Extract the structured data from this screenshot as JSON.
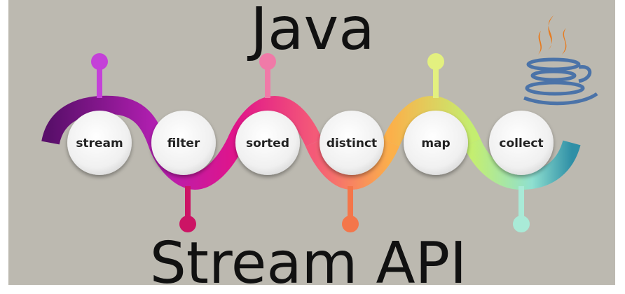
{
  "title_top": "Java",
  "title_bottom": "Stream API",
  "logo": {
    "icon": "java-coffee-cup-icon"
  },
  "colors": {
    "background": "#bcb9b0",
    "text": "#111111",
    "node_fill": "#efefef",
    "stream": "#9b1aa6",
    "filter": "#c2189a",
    "sorted": "#ee2c6c",
    "distinct": "#fa8a4c",
    "map": "#b6ea6e",
    "collect": "#3ea9b6"
  },
  "nodes": [
    {
      "label": "stream",
      "color": "#c441d8"
    },
    {
      "label": "filter",
      "color": "#cc1465"
    },
    {
      "label": "sorted",
      "color": "#f07aa8"
    },
    {
      "label": "distinct",
      "color": "#f4764a"
    },
    {
      "label": "map",
      "color": "#e3f07f"
    },
    {
      "label": "collect",
      "color": "#a9ead7"
    }
  ]
}
